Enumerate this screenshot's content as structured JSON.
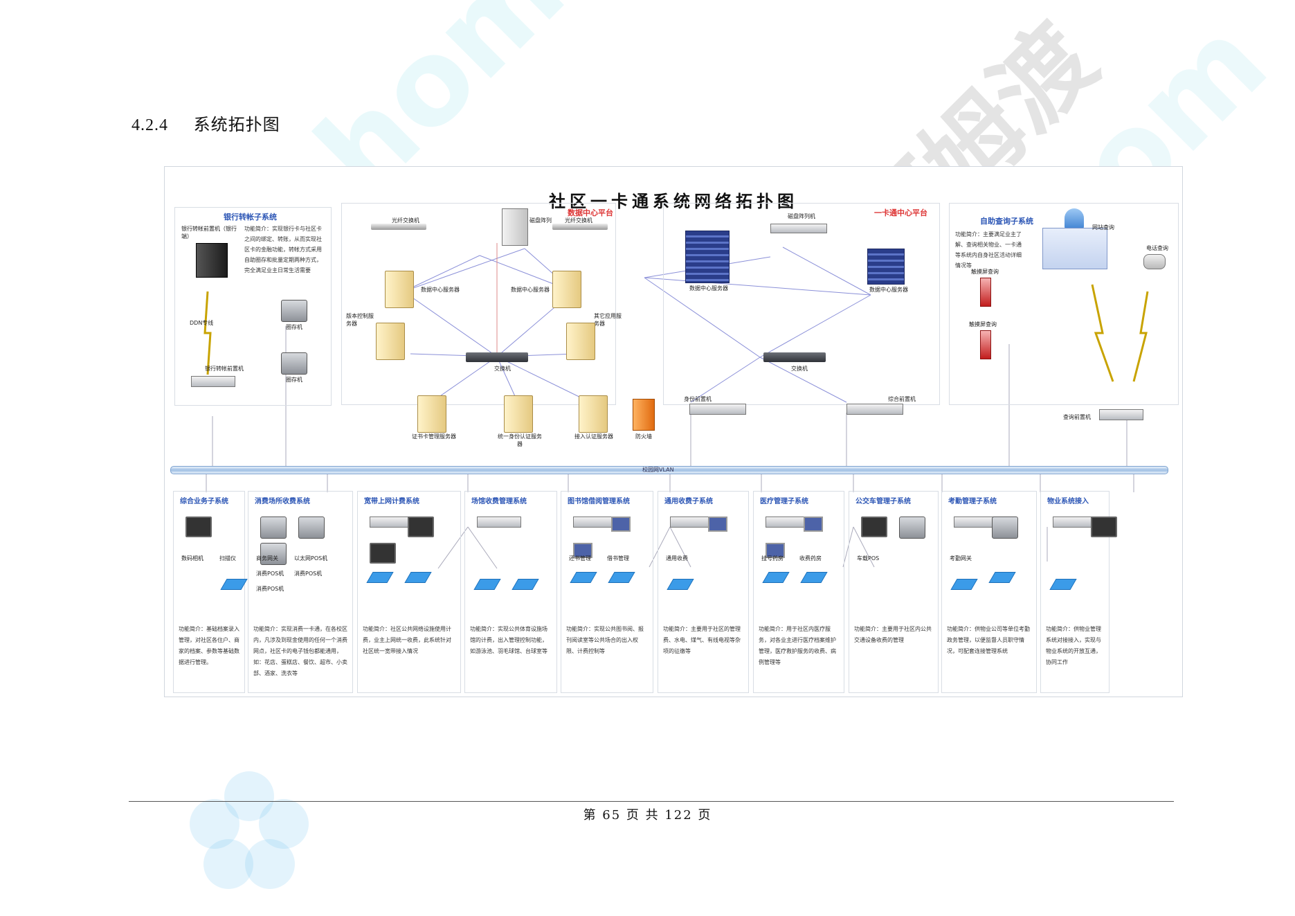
{
  "heading": {
    "number": "4.2.4",
    "text": "系统拓扑图"
  },
  "diagram": {
    "title": "社区一卡通系统网络拓扑图",
    "bus_label": "校园网VLAN",
    "top_panels": {
      "bank": {
        "title": "银行转帐子系统",
        "front_server": "银行转帐前置机（银行端）",
        "ddn": "DDN专线",
        "front_machine": "银行转帐前置机",
        "desc": "功能简介：实现银行卡与社区卡之间的绑定、转账，从而实现社区卡的金融功能，转帐方式采用自助圈存和批量定期两种方式，完全满足业主日常生活需要",
        "dev1": "圈存机",
        "dev2": "圈存机"
      },
      "datacenter": {
        "title": "数据中心平台",
        "fiber_switch_1": "光纤交换机",
        "disk_array": "磁盘阵列",
        "fiber_switch_2": "光纤交换机",
        "server_1": "数据中心服务器",
        "server_2": "数据中心服务器",
        "version_server": "版本控制服务器",
        "other_server": "其它应用服务器",
        "switch": "交换机",
        "cert_server": "证书卡管理服务器",
        "auth_server": "统一身份认证服务器",
        "access_server": "接入认证服务器",
        "firewall": "防火墙"
      },
      "card_center": {
        "title": "一卡通中心平台",
        "disk_array": "磁盘阵列机",
        "server_1": "数据中心服务器",
        "server_2": "数据中心服务器",
        "switch": "交换机",
        "front_1": "身份前置机",
        "front_2": "综合前置机"
      },
      "self_query": {
        "title": "自助查询子系统",
        "desc": "功能简介：主要满足业主了解、查询相关物业、一卡通等系统内自身社区活动详细情况等",
        "web_query": "网站查询",
        "phone_query": "电话查询",
        "kiosk_1": "触摸屏查询",
        "kiosk_2": "触摸屏查询",
        "front": "查询前置机"
      }
    },
    "bottom_panels": [
      {
        "title": "综合业务子系统",
        "devices": [
          "数码相机",
          "扫描仪"
        ],
        "desc": "功能简介：基础档案录入管理，对社区各住户、商家的档案、参数等基础数据进行管理。"
      },
      {
        "title": "消费场所收费系统",
        "devices": [
          "商务网关",
          "以太网POS机",
          "消费POS机",
          "消费POS机",
          "消费POS机"
        ],
        "desc": "功能简介：实现消费一卡通，在各校区内，凡涉及到现金使用的任何一个消费网点，社区卡的电子钱包都能通用，如：花店、蛋糕店、餐饮、超市、小卖部、酒家、洗衣等"
      },
      {
        "title": "宽带上网计费系统",
        "devices": [],
        "desc": "功能简介：社区公共网络设施使用计费，业主上网统一收费，此系统针对社区统一宽带接入情况"
      },
      {
        "title": "场馆收费管理系统",
        "devices": [],
        "desc": "功能简介：实现公共体育设施场馆的计费，出入管理控制功能，如游泳池、羽毛球馆、台球室等"
      },
      {
        "title": "图书馆借阅管理系统",
        "devices": [
          "还书管理",
          "借书管理"
        ],
        "desc": "功能简介：实现公共图书阅、报刊阅读室等公共场合的出入权限、计费控制等"
      },
      {
        "title": "通用收费子系统",
        "devices": [
          "通用收费"
        ],
        "desc": "功能简介：主要用于社区的管理费、水电、煤气、有线电视等杂项的征缴等"
      },
      {
        "title": "医疗管理子系统",
        "devices": [
          "挂号药房",
          "收费药房"
        ],
        "desc": "功能简介：用于社区内医疗服务，对各业主进行医疗档案维护管理，医疗救护服务的收费、病例管理等"
      },
      {
        "title": "公交车管理子系统",
        "devices": [
          "车载POS"
        ],
        "desc": "功能简介：主要用于社区内公共交通设备收费的管理"
      },
      {
        "title": "考勤管理子系统",
        "devices": [
          "考勤网关"
        ],
        "desc": "功能简介：供物业公司等单位考勤政务管理，以便监督人员职守情况，可配套连接管理系统"
      },
      {
        "title": "物业系统接入",
        "devices": [],
        "desc": "功能简介：供物业管理系统对接接入，实现与物业系统的开放互通，协同工作"
      }
    ]
  },
  "footer": {
    "text": "第 65 页 共 122 页"
  },
  "watermarks": {
    "brand_latin": "homedo.com",
    "brand_cn": "河姆渡"
  }
}
